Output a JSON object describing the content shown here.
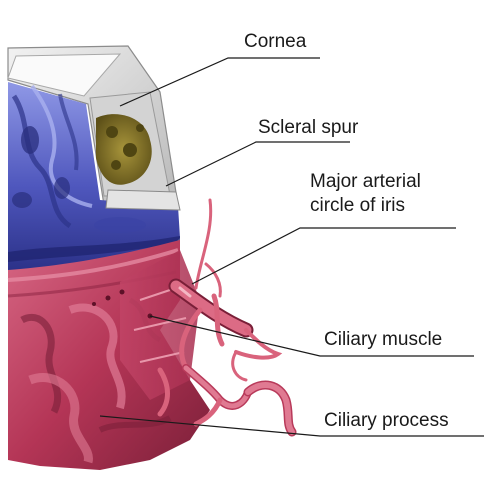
{
  "labels": {
    "cornea": "Cornea",
    "scleral_spur": "Scleral spur",
    "major_arterial_circle_line1": "Major arterial",
    "major_arterial_circle_line2": "circle of iris",
    "ciliary_muscle": "Ciliary muscle",
    "ciliary_process": "Ciliary process"
  },
  "colors": {
    "cornea_outer": "#c9c9c9",
    "cornea_inner": "#e9e9e9",
    "trabecular_blue": "#5a63c6",
    "trabecular_dark": "#2c3389",
    "schlemm_olive": "#8a7a2c",
    "ciliary_red": "#b83a5a",
    "ciliary_dark": "#7a1f38",
    "vessel_pink": "#d9637c",
    "leader_line": "#1a1a1a"
  }
}
